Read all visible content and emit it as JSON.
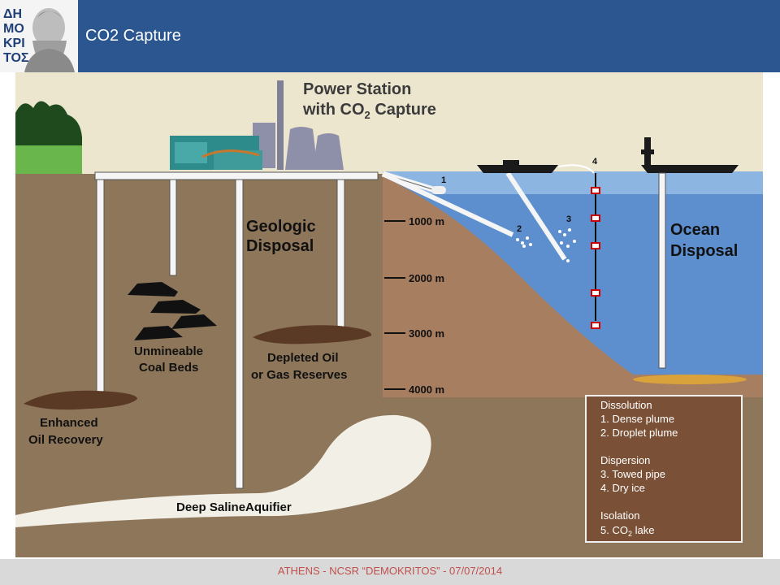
{
  "header": {
    "title": "CO2 Capture",
    "logo_text": "ΔΗΜΟΚΡΙΤΟΣ"
  },
  "diagram": {
    "power_station": {
      "line1": "Power Station",
      "line2": "with CO",
      "subscript": "2",
      "line2_end": " Capture"
    },
    "geologic_disposal": {
      "line1": "Geologic",
      "line2": "Disposal"
    },
    "ocean_disposal": {
      "line1": "Ocean",
      "line2": "Disposal"
    },
    "coal_beds": {
      "line1": "Unmineable",
      "line2": "Coal Beds"
    },
    "depleted": {
      "line1": "Depleted Oil",
      "line2": "or Gas Reserves"
    },
    "enhanced": {
      "line1": "Enhanced",
      "line2": "Oil Recovery"
    },
    "aquifer": "Deep SalineAquifier",
    "depths": [
      "1000 m",
      "2000 m",
      "3000 m",
      "4000 m"
    ],
    "markers": [
      "1",
      "2",
      "3",
      "4"
    ],
    "legend": {
      "dissolution": "Dissolution",
      "dense_plume": "1. Dense plume",
      "droplet_plume": "2. Droplet plume",
      "dispersion": "Dispersion",
      "towed_pipe": "3. Towed pipe",
      "dry_ice": "4. Dry ice",
      "isolation": "Isolation",
      "co2_lake": "5. CO",
      "co2_lake_sub": "2",
      "co2_lake_end": " lake"
    },
    "colors": {
      "sky": "#ece6cf",
      "ground": "#8e765a",
      "ocean": "#5d8fcf",
      "header": "#2b5690",
      "footer_text": "#c0504d"
    }
  },
  "footer": {
    "text": "ATHENS  - NCSR “DEMOKRITOS” - 07/07/2014"
  }
}
